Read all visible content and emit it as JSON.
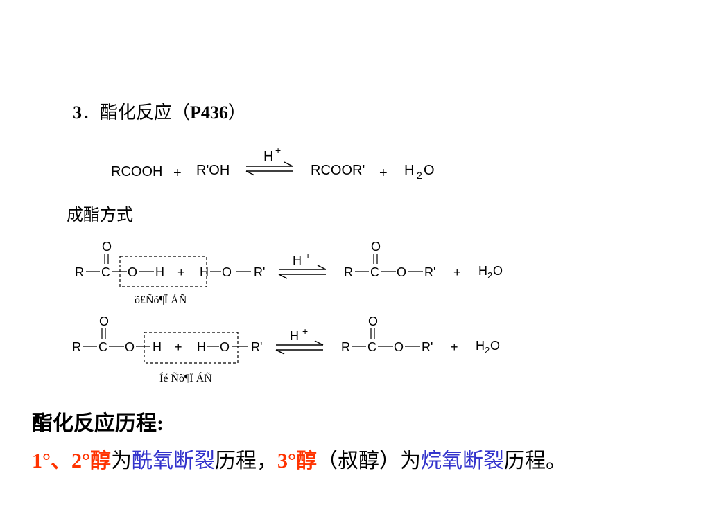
{
  "heading": {
    "number": "3",
    "title": "．酯化反应（",
    "ref": "P436",
    "close": "）"
  },
  "equation": {
    "reactant1": "RCOOH",
    "plus1": "+",
    "reactant2": "R'OH",
    "catalyst": "H",
    "catalyst_charge": "+",
    "product1": "RCOOR'",
    "plus2": "+",
    "product2_h": "H",
    "product2_sub": "2",
    "product2_o": "O"
  },
  "method_label": "成酯方式",
  "mechanism": {
    "atoms": {
      "O": "O",
      "R": "R",
      "C": "C",
      "H": "H",
      "Rp": "R'",
      "plus": "+",
      "Hp": "H",
      "charge": "+",
      "water_h": "H",
      "water_sub": "2",
      "water_o": "O"
    },
    "row1_caption": "õ£Ñõ¶Ï ÁÑ",
    "row2_caption": "Íé Ñõ¶Ï ÁÑ"
  },
  "process": {
    "title": "酯化反应历程:",
    "s1": "1°、2°醇",
    "s2": "为",
    "s3": "酰氧断裂",
    "s4": "历程，",
    "s5": "3°醇",
    "s6": "（叔醇）为",
    "s7": "烷氧断裂",
    "s8": "历程。"
  }
}
